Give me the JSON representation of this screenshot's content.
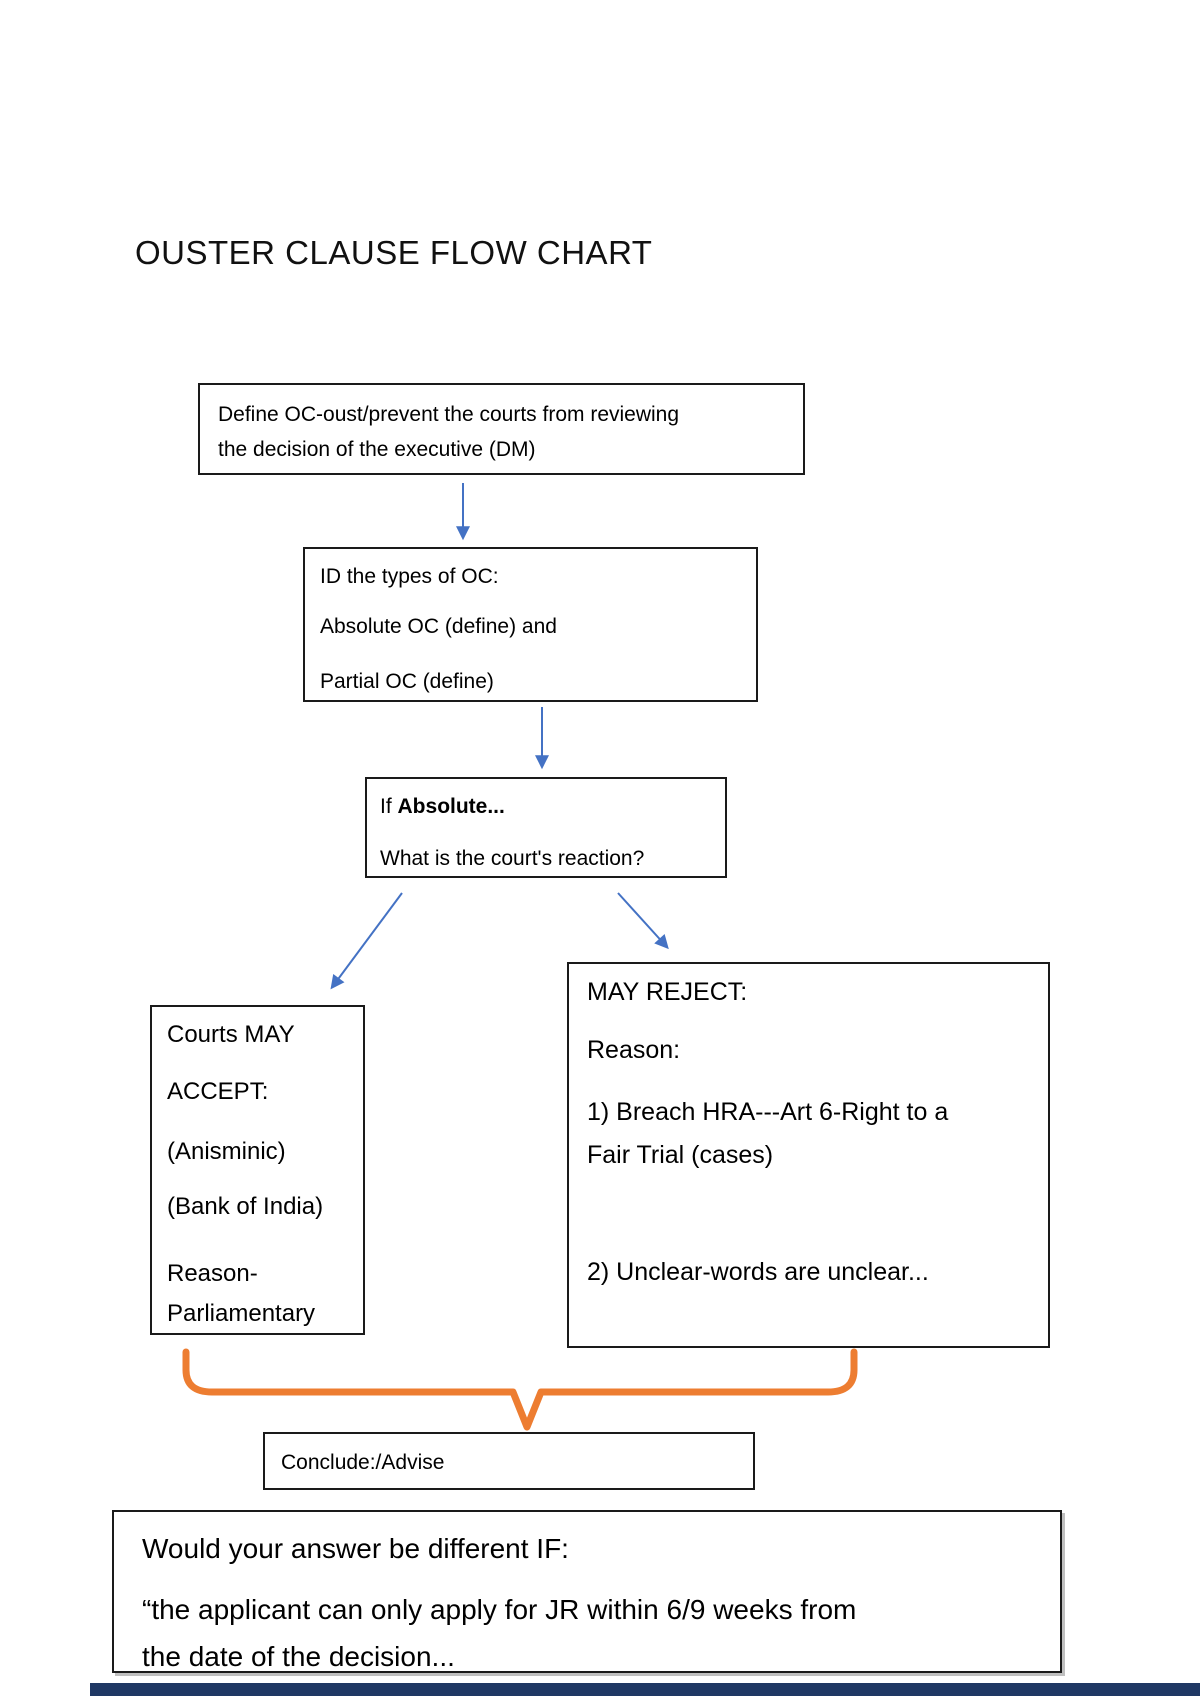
{
  "title": "OUSTER CLAUSE FLOW CHART",
  "boxes": {
    "define": {
      "lines": [
        "Define OC-oust/prevent the courts from reviewing",
        "the decision of the executive (DM)"
      ]
    },
    "types": {
      "lines": [
        "ID the types of OC:",
        "Absolute OC (define) and",
        "Partial OC (define)"
      ]
    },
    "if_absolute": {
      "prefix": "If ",
      "emphasis": "Absolute...",
      "question": "What is the court's reaction?"
    },
    "accept": {
      "lines": [
        "Courts MAY",
        "ACCEPT:",
        "(Anisminic)",
        "(Bank of India)",
        "Reason-",
        "Parliamentary"
      ]
    },
    "reject": {
      "lines": [
        "MAY REJECT:",
        "Reason:",
        "1) Breach HRA---Art 6-Right to a",
        "Fair Trial (cases)",
        "2) Unclear-words are unclear..."
      ]
    },
    "conclude": {
      "lines": [
        "Conclude:/Advise"
      ]
    },
    "question": {
      "lines": [
        "Would your answer be different IF:",
        "“the applicant can only apply for JR within 6/9 weeks from",
        "the date of the decision..."
      ]
    }
  },
  "colors": {
    "arrow": "#4472C4",
    "brace": "#ED7D31",
    "border": "#1a1a1a",
    "footer_bar": "#1F3864"
  }
}
